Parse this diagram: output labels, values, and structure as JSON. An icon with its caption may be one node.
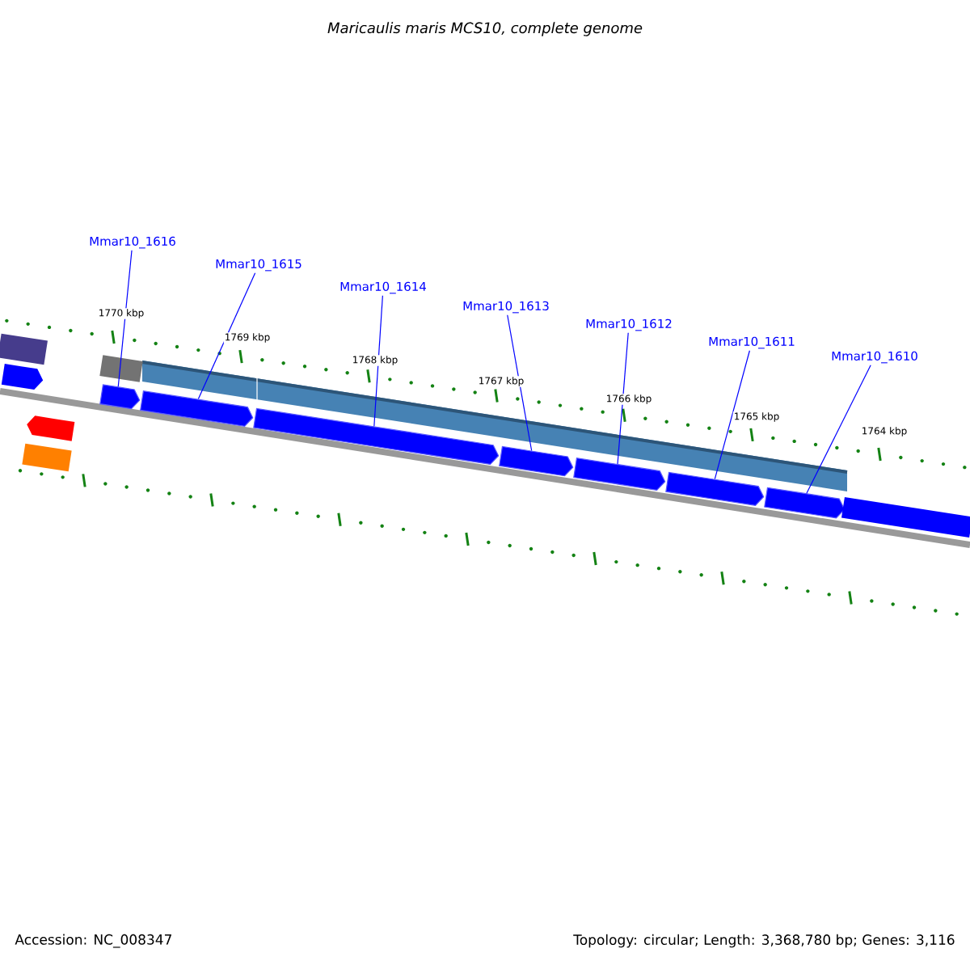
{
  "diagram": {
    "title": "Maricaulis maris MCS10, complete genome",
    "nodes": [
      {
        "text": [
          "Mmar10_1616"
        ]
      },
      {
        "text": [
          "Mmar10_1615"
        ]
      },
      {
        "text": [
          "Mmar10_1614"
        ]
      },
      {
        "text": [
          "Mmar10_1613"
        ]
      },
      {
        "text": [
          "Mmar10_1612"
        ]
      },
      {
        "text": [
          "Mmar10_1611"
        ]
      },
      {
        "text": [
          "Mmar10_1610"
        ]
      },
      {
        "text": [],
        "shape": "arrow"
      },
      {
        "text": [],
        "shape": "arrow"
      },
      {
        "text": [],
        "shape": "arrow"
      },
      {
        "text": [],
        "shape": "arrow"
      },
      {
        "text": [],
        "shape": "arrow"
      },
      {
        "text": [],
        "shape": "arrow"
      },
      {
        "text": [],
        "shape": "arrow"
      },
      {
        "text": [],
        "shape": "bar"
      },
      {
        "text": [],
        "shape": "arrow"
      },
      {
        "text": [],
        "shape": "arrow"
      },
      {
        "text": [],
        "shape": "bar"
      },
      {
        "text": [],
        "shape": "bar"
      },
      {
        "text": [],
        "shape": "bar"
      }
    ],
    "edges": [
      {
        "from": 0,
        "to": 7,
        "arrow": "none"
      },
      {
        "from": 1,
        "to": 8,
        "arrow": "none"
      },
      {
        "from": 2,
        "to": 9,
        "arrow": "none"
      },
      {
        "from": 3,
        "to": 10,
        "arrow": "none"
      },
      {
        "from": 4,
        "to": 11,
        "arrow": "none"
      },
      {
        "from": 5,
        "to": 12,
        "arrow": "none"
      },
      {
        "from": 6,
        "to": 13,
        "arrow": "none"
      }
    ],
    "labels": [
      "1770 kbp",
      "1769 kbp",
      "1768 kbp",
      "1767 kbp",
      "1766 kbp",
      "1765 kbp",
      "1764 kbp",
      "Accession: NC_008347",
      "Topology: circular; Length: 3,368,780 bp; Genes: 3,116"
    ]
  }
}
